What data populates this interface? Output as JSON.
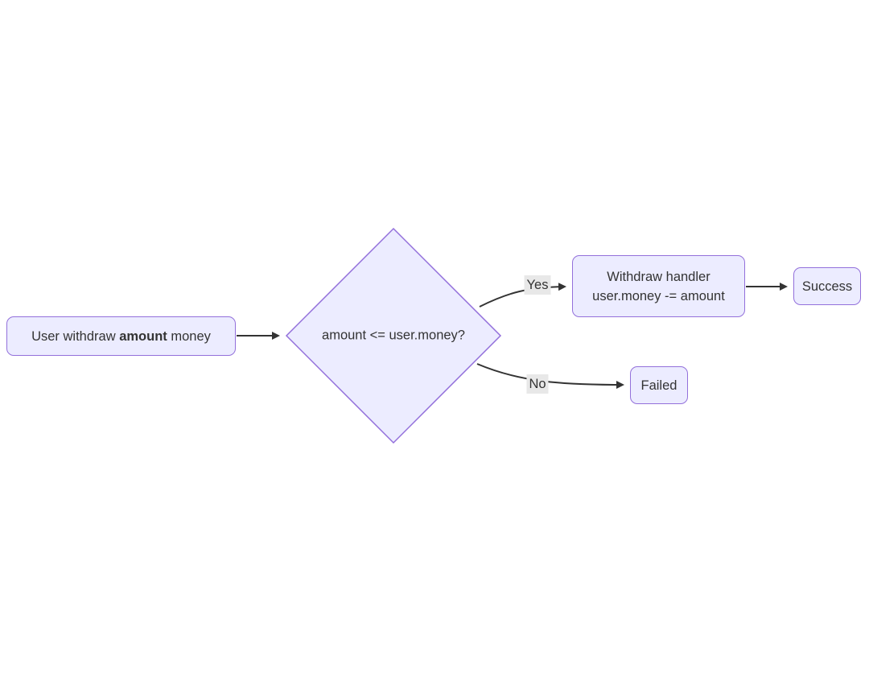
{
  "diagram": {
    "type": "flowchart",
    "direction": "left-to-right",
    "nodes": {
      "start": {
        "prefix": "User withdraw ",
        "bold": "amount",
        "suffix": " money"
      },
      "decision": {
        "label": "amount <= user.money?"
      },
      "handler": {
        "line1": "Withdraw handler",
        "line2": "user.money -= amount"
      },
      "success": {
        "label": "Success"
      },
      "failed": {
        "label": "Failed"
      }
    },
    "edges": {
      "start_to_decision": {
        "label": ""
      },
      "decision_to_handler": {
        "label": "Yes"
      },
      "decision_to_failed": {
        "label": "No"
      },
      "handler_to_success": {
        "label": ""
      },
      "yes_label": "Yes",
      "no_label": "No"
    },
    "colors": {
      "node_fill": "#ECECFF",
      "node_border": "#9370DB",
      "edge": "#333333",
      "edge_label_bg": "#e8e8e8",
      "text": "#333333",
      "canvas_bg": "#ffffff"
    }
  }
}
